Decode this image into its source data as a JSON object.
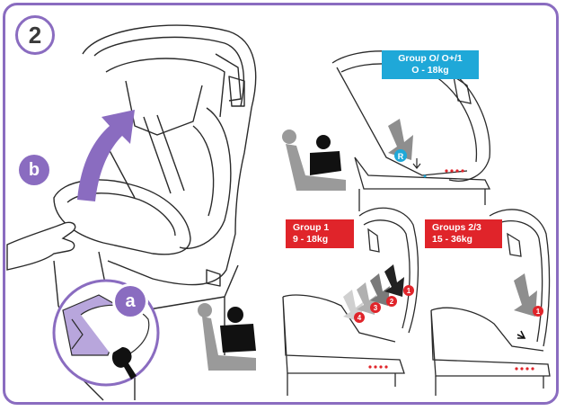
{
  "step": {
    "number": "2"
  },
  "labels": {
    "a": "a",
    "b": "b"
  },
  "groups": [
    {
      "line1": "Group O/ O+/1",
      "line2": "O - 18kg",
      "color": "#1fa8d8"
    },
    {
      "line1": "Group 1",
      "line2": "9 - 18kg",
      "color": "#e0242a"
    },
    {
      "line1": "Groups 2/3",
      "line2": "15 - 36kg",
      "color": "#e0242a"
    }
  ],
  "recline_markers": {
    "r": "R",
    "n4": "4",
    "n3": "3",
    "n2": "2",
    "n1": "1",
    "group23": "1"
  },
  "colors": {
    "frame": "#8a6cc0",
    "accent_purple": "#8a6cc0",
    "blue": "#1fa8d8",
    "red": "#e0242a",
    "arrow_grey": "#8e8e8e"
  },
  "icons": [
    "up-arrow-icon",
    "down-arrow-icon",
    "child-in-seat-icon",
    "hand-icon"
  ]
}
